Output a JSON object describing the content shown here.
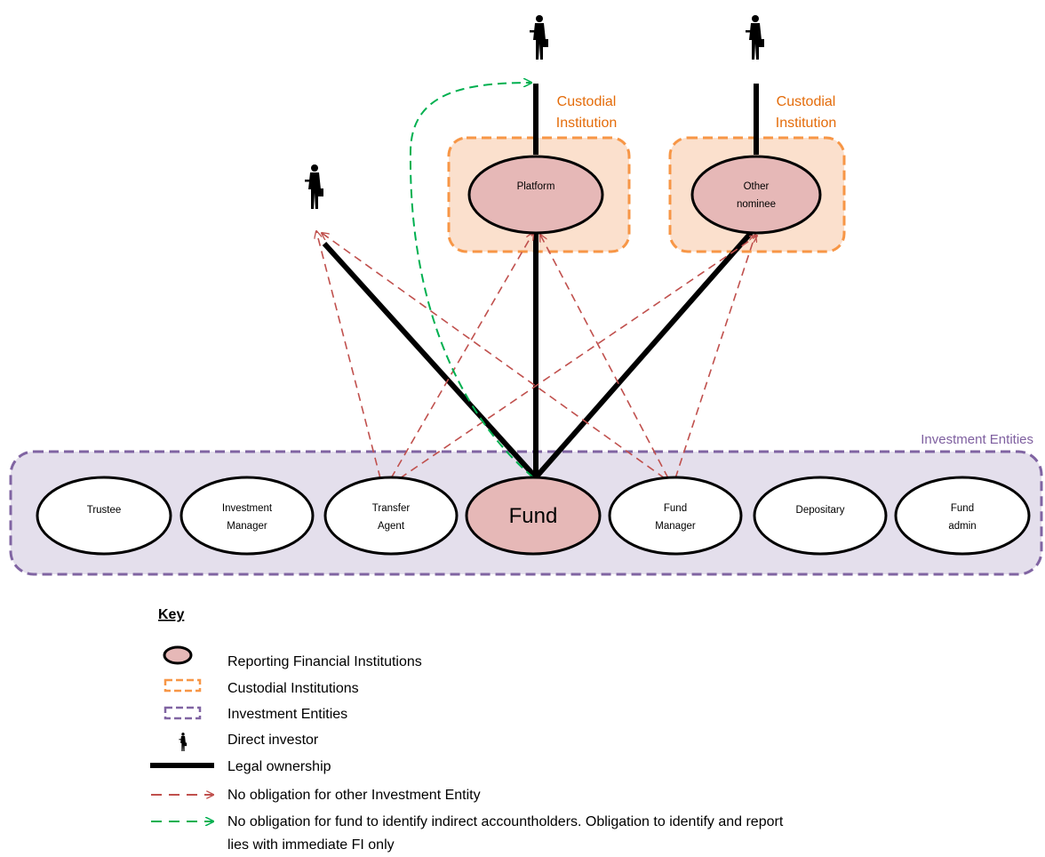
{
  "diagram": {
    "groups": {
      "custodial_left": "Custodial\nInstitution",
      "custodial_right": "Custodial\nInstitution",
      "investment_entities": "Investment Entities"
    },
    "nodes": {
      "platform": "Platform",
      "other_nominee": "Other\nnominee",
      "fund": "Fund",
      "trustee": "Trustee",
      "investment_manager": "Investment\nManager",
      "transfer_agent": "Transfer\nAgent",
      "fund_manager": "Fund\nManager",
      "depositary": "Depositary",
      "fund_admin": "Fund\nadmin"
    }
  },
  "key": {
    "title": "Key",
    "items": [
      {
        "label": "Reporting Financial Institutions"
      },
      {
        "label": "Custodial Institutions"
      },
      {
        "label": "Investment Entities"
      },
      {
        "label": "Direct investor"
      },
      {
        "label": "Legal ownership"
      },
      {
        "label": "No obligation for other Investment Entity"
      },
      {
        "label": "No obligation for fund to identify indirect accountholders. Obligation to identify and report\nlies with immediate FI only"
      }
    ]
  },
  "colors": {
    "rfi_fill": "#e6b8b7",
    "custodial_border": "#f79646",
    "custodial_fill": "#fbe0cd",
    "custodial_text": "#e46c0a",
    "ie_border": "#8064a2",
    "ie_fill": "#e4dfec",
    "ie_text": "#7f60a0",
    "red_arrow": "#c0504d",
    "green_arrow": "#00b050",
    "ownership": "#000000"
  }
}
